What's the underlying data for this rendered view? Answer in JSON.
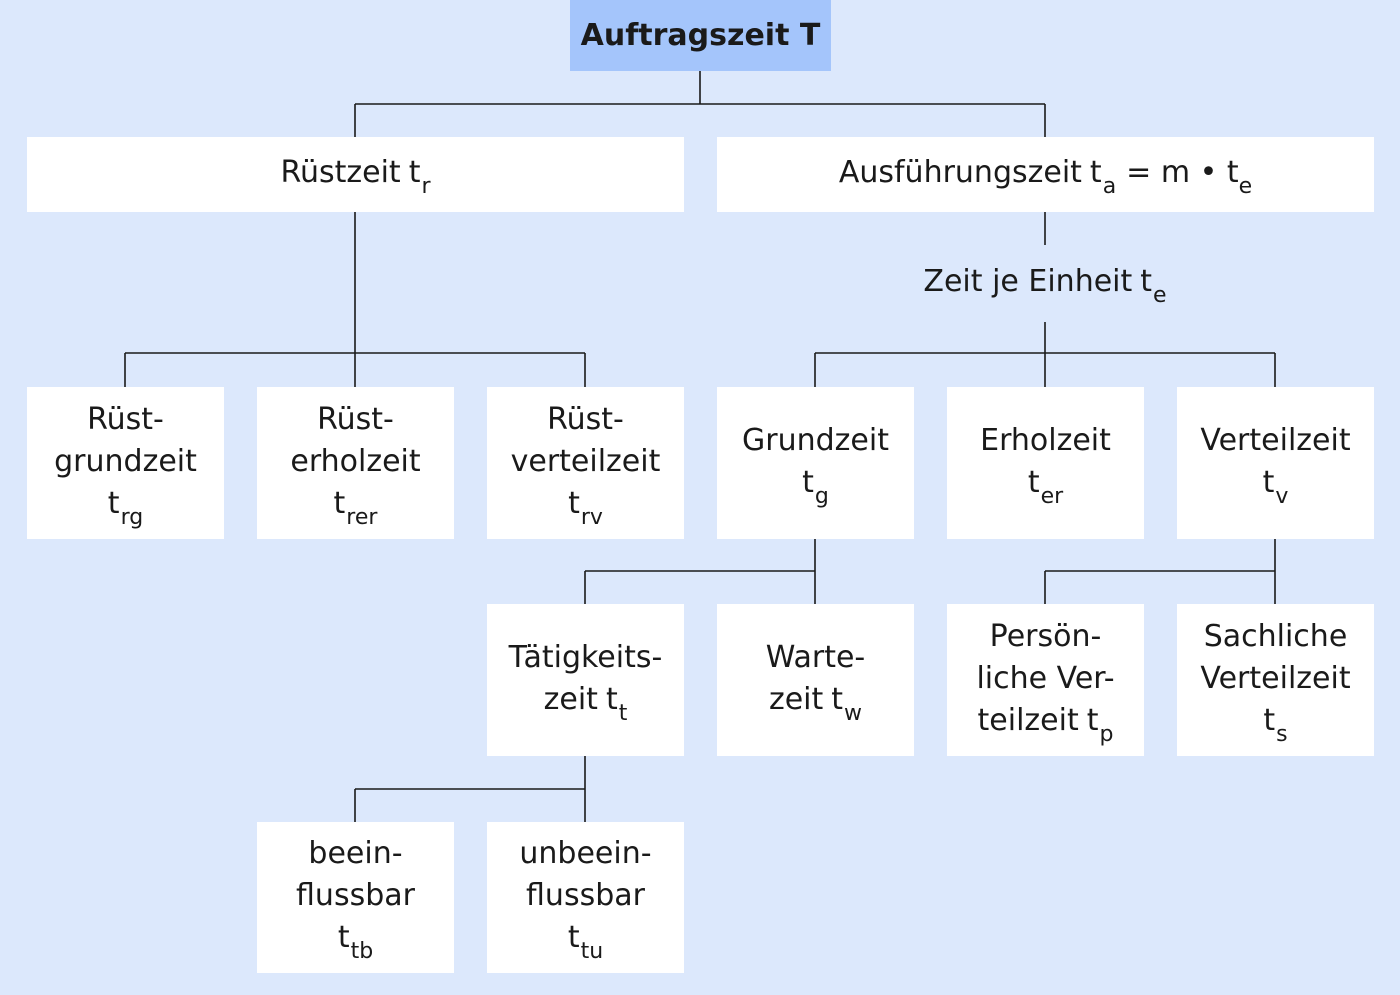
{
  "title": "Auftragszeit T",
  "nodes": {
    "root": {
      "lines": [
        "Auftragszeit T"
      ]
    },
    "ruestzeit": {
      "lines": [
        "Rüstzeit"
      ],
      "sym": "t",
      "sub": "r",
      "symInline": true
    },
    "ausfuehrungszeit": {
      "lines": [
        "Ausführungszeit"
      ],
      "sym": "t",
      "sub": "a",
      "formula": "= m • t",
      "formulaSub": "e",
      "symInline": true
    },
    "zeit_je_einheit": {
      "lines": [
        "Zeit je Einheit"
      ],
      "sym": "t",
      "sub": "e",
      "symInline": true
    },
    "ruestgrundzeit": {
      "lines": [
        "Rüst-",
        "grundzeit"
      ],
      "sym": "t",
      "sub": "rg"
    },
    "ruesterholzeit": {
      "lines": [
        "Rüst-",
        "erholzeit"
      ],
      "sym": "t",
      "sub": "rer"
    },
    "ruestverteilzeit": {
      "lines": [
        "Rüst-",
        "verteilzeit"
      ],
      "sym": "t",
      "sub": "rv"
    },
    "grundzeit": {
      "lines": [
        "Grundzeit"
      ],
      "sym": "t",
      "sub": "g"
    },
    "erholzeit": {
      "lines": [
        "Erholzeit"
      ],
      "sym": "t",
      "sub": "er"
    },
    "verteilzeit": {
      "lines": [
        "Verteilzeit"
      ],
      "sym": "t",
      "sub": "v"
    },
    "taetigkeitszeit": {
      "lines": [
        "Tätigkeits-",
        "zeit"
      ],
      "sym": "t",
      "sub": "t",
      "symInline": true
    },
    "wartezeit": {
      "lines": [
        "Warte-",
        "zeit"
      ],
      "sym": "t",
      "sub": "w",
      "symInline": true
    },
    "persoenliche_verteilzeit": {
      "lines": [
        "Persön-",
        "liche Ver-",
        "teilzeit"
      ],
      "sym": "t",
      "sub": "p",
      "symInline": true
    },
    "sachliche_verteilzeit": {
      "lines": [
        "Sachliche",
        "Verteilzeit"
      ],
      "sym": "t",
      "sub": "s"
    },
    "beeinflussbar": {
      "lines": [
        "beein-",
        "flussbar"
      ],
      "sym": "t",
      "sub": "tb"
    },
    "unbeeinflussbar": {
      "lines": [
        "unbeein-",
        "flussbar"
      ],
      "sym": "t",
      "sub": "tu"
    }
  }
}
